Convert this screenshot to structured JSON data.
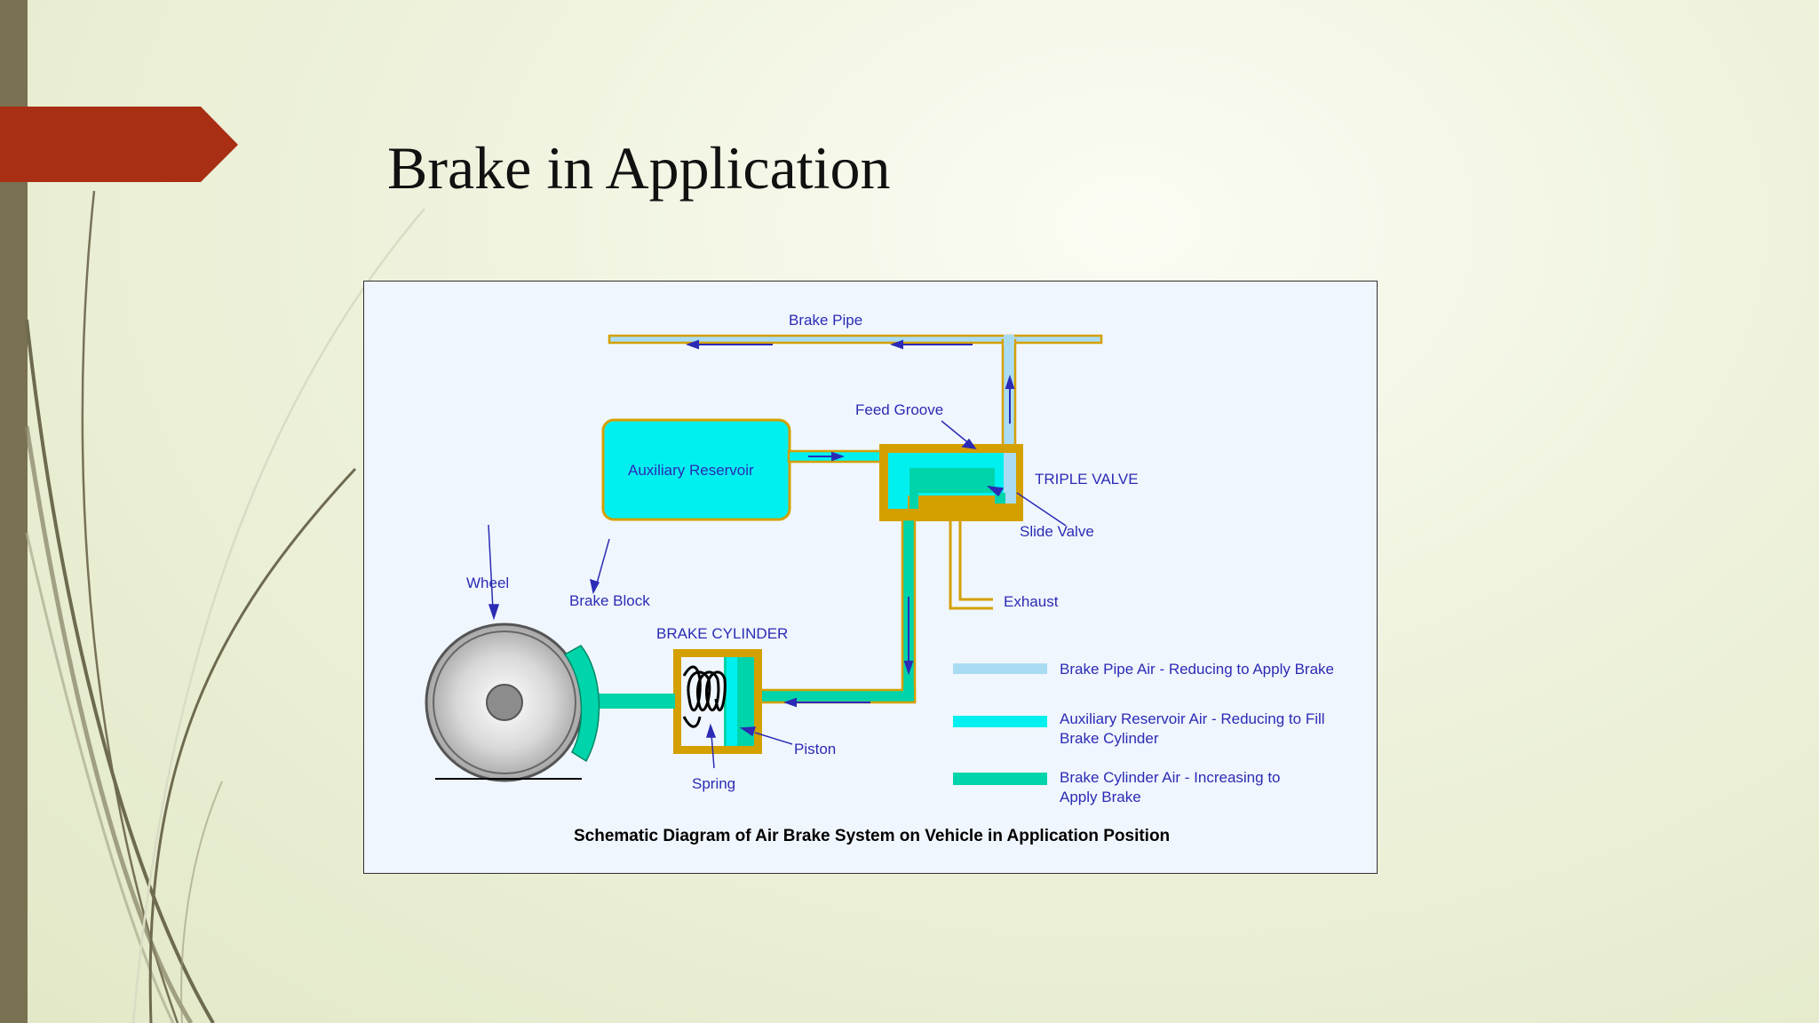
{
  "slide": {
    "title": "Brake in Application"
  },
  "diagram": {
    "labels": {
      "brake_pipe": "Brake Pipe",
      "feed_groove": "Feed Groove",
      "auxiliary_reservoir": "Auxiliary Reservoir",
      "triple_valve": "TRIPLE VALVE",
      "slide_valve": "Slide Valve",
      "exhaust": "Exhaust",
      "wheel": "Wheel",
      "brake_block": "Brake Block",
      "brake_cylinder": "BRAKE CYLINDER",
      "piston": "Piston",
      "spring": "Spring"
    },
    "legend": [
      {
        "color": "#a9dcf2",
        "line1": "Brake Pipe Air - Reducing to Apply Brake",
        "line2": ""
      },
      {
        "color": "#00f0f0",
        "line1": "Auxiliary Reservoir Air - Reducing to Fill",
        "line2": "Brake Cylinder"
      },
      {
        "color": "#00d4aa",
        "line1": "Brake Cylinder Air - Increasing to",
        "line2": "Apply Brake"
      }
    ],
    "caption": "Schematic Diagram of Air Brake System on Vehicle in Application Position"
  },
  "colors": {
    "accent_arrow": "#a82e14",
    "sidebar": "#7a7052",
    "pipe_border": "#d4a000",
    "label_text": "#2b2bb5"
  }
}
